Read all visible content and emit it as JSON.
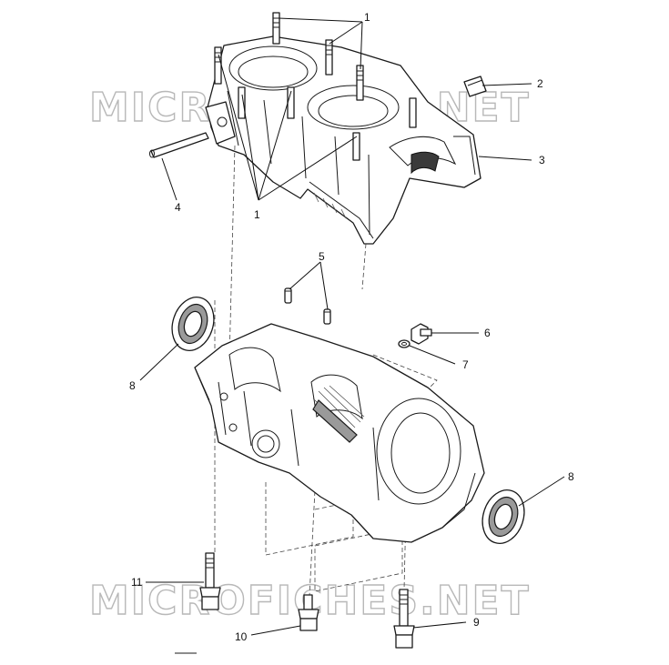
{
  "watermarks": [
    "MICROFICHES.NET",
    "MICROFICHES.NET"
  ],
  "callouts": {
    "c1_top": "1",
    "c1_bottom": "1",
    "c2": "2",
    "c3": "3",
    "c4": "4",
    "c5": "5",
    "c6": "6",
    "c7": "7",
    "c8_left": "8",
    "c8_right": "8",
    "c9": "9",
    "c10": "10",
    "c11": "11"
  },
  "parts": [
    {
      "ref": "1",
      "icon": "stud-icon"
    },
    {
      "ref": "2",
      "icon": "bearing-clip-icon"
    },
    {
      "ref": "3",
      "icon": "upper-crankcase-icon"
    },
    {
      "ref": "4",
      "icon": "dowel-pin-icon"
    },
    {
      "ref": "5",
      "icon": "dowel-pin-icon"
    },
    {
      "ref": "6",
      "icon": "bolt-icon"
    },
    {
      "ref": "7",
      "icon": "washer-icon"
    },
    {
      "ref": "8",
      "icon": "oil-seal-icon"
    },
    {
      "ref": "9",
      "icon": "flange-bolt-icon"
    },
    {
      "ref": "10",
      "icon": "flange-bolt-icon"
    },
    {
      "ref": "11",
      "icon": "flange-bolt-icon"
    }
  ]
}
